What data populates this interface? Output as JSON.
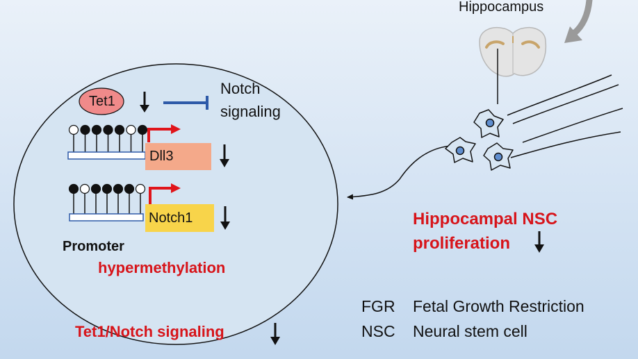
{
  "labels": {
    "hippocampus": "Hippocampus",
    "tet1": "Tet1",
    "notch_signaling_line1": "Notch",
    "notch_signaling_line2": "signaling",
    "dll3": "Dll3",
    "notch1": "Notch1",
    "promoter": "Promoter",
    "hypermethylation": "hypermethylation",
    "nsc_prolif_line1": "Hippocampal NSC",
    "nsc_prolif_line2": "proliferation",
    "tet1_notch_signaling": "Tet1/Notch signaling"
  },
  "glossary": [
    {
      "abbr": "FGR",
      "full": "Fetal Growth Restriction"
    },
    {
      "abbr": "NSC",
      "full": "Neural stem cell"
    }
  ],
  "methylation": {
    "dll3_sites": [
      false,
      true,
      true,
      true,
      true,
      false,
      true
    ],
    "notch1_sites": [
      true,
      false,
      true,
      true,
      true,
      true,
      false
    ]
  },
  "colors": {
    "tet1_fill": "#f08a8a",
    "dll3_box": "#f4a98a",
    "notch1_box": "#f8d44a",
    "red": "#d7141a",
    "inhibition": "#2e5aa8",
    "gray_arrow": "#9a9a9a",
    "nucleus_fill": "#d5e4f2"
  }
}
